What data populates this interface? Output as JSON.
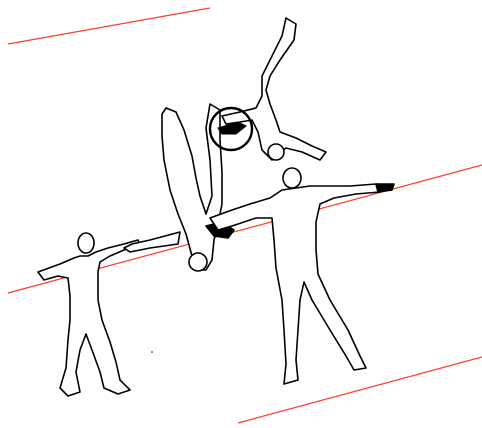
{
  "scene": {
    "description_free": true,
    "figures": [
      {
        "id": "figure-left-standing",
        "pose": "arms-out-crouched"
      },
      {
        "id": "figure-center-handstand",
        "pose": "inverted-split"
      },
      {
        "id": "figure-top-inverted",
        "pose": "inverted-flying"
      },
      {
        "id": "figure-right-standing",
        "pose": "arms-out-standing"
      }
    ],
    "colors": {
      "guide_line": "#ff3b30",
      "ink": "#000000",
      "background": "#ffffff"
    },
    "icons": [
      "gimbal-ring-icon"
    ]
  }
}
